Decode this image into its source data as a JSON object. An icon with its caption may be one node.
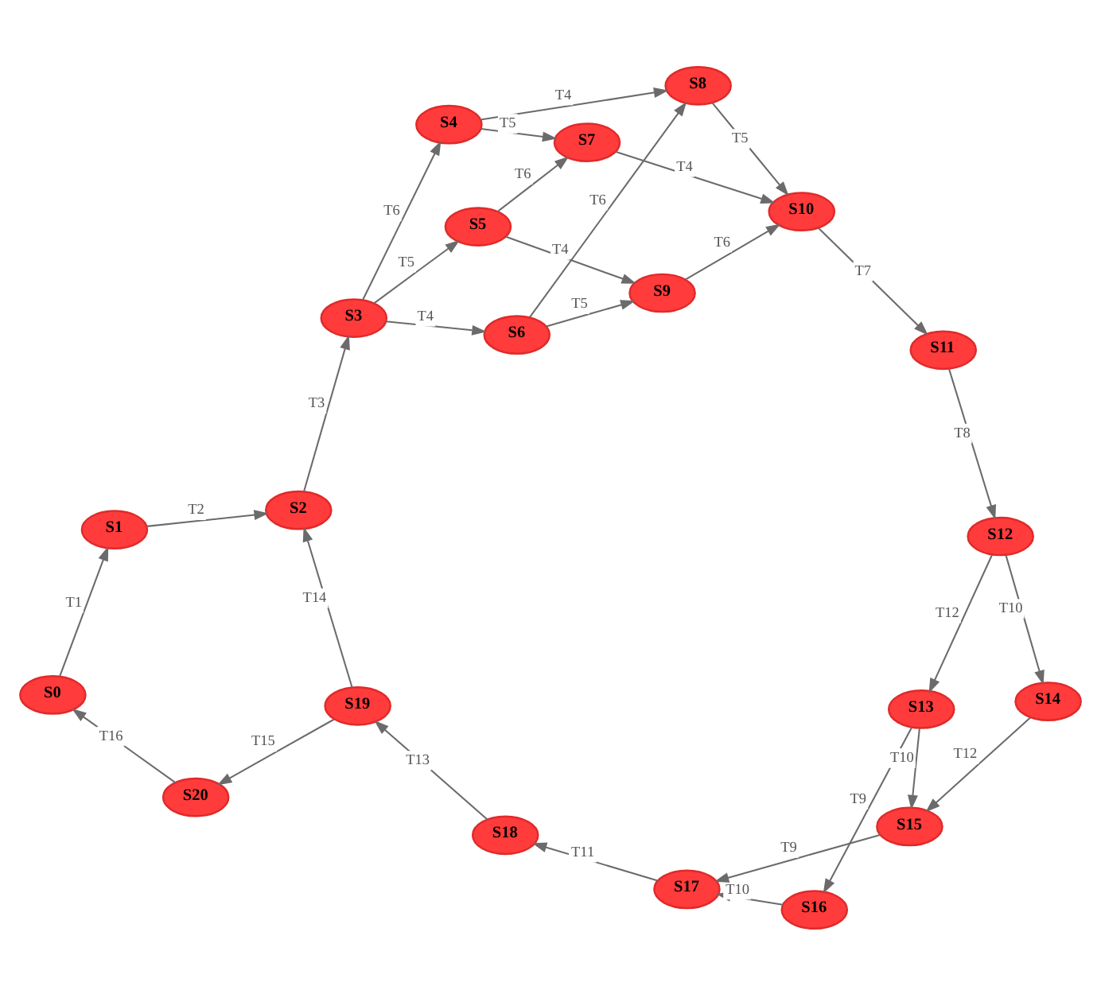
{
  "diagram": {
    "nodes": [
      {
        "text": [
          "S0"
        ]
      },
      {
        "text": [
          "S1"
        ]
      },
      {
        "text": [
          "S2"
        ]
      },
      {
        "text": [
          "S3"
        ]
      },
      {
        "text": [
          "S4"
        ]
      },
      {
        "text": [
          "S5"
        ]
      },
      {
        "text": [
          "S6"
        ]
      },
      {
        "text": [
          "S7"
        ]
      },
      {
        "text": [
          "S8"
        ]
      },
      {
        "text": [
          "S9"
        ]
      },
      {
        "text": [
          "S10"
        ]
      },
      {
        "text": [
          "S11"
        ]
      },
      {
        "text": [
          "S12"
        ]
      },
      {
        "text": [
          "S13"
        ]
      },
      {
        "text": [
          "S14"
        ]
      },
      {
        "text": [
          "S15"
        ]
      },
      {
        "text": [
          "S16"
        ]
      },
      {
        "text": [
          "S17"
        ]
      },
      {
        "text": [
          "S18"
        ]
      },
      {
        "text": [
          "S19"
        ]
      },
      {
        "text": [
          "S20"
        ]
      }
    ],
    "edges": [
      {
        "from": 0,
        "to": 1,
        "arrow": "to",
        "label": "T1"
      },
      {
        "from": 1,
        "to": 2,
        "arrow": "to",
        "label": "T2"
      },
      {
        "from": 2,
        "to": 3,
        "arrow": "to",
        "label": "T3"
      },
      {
        "from": 3,
        "to": 6,
        "arrow": "to",
        "label": "T4"
      },
      {
        "from": 3,
        "to": 4,
        "arrow": "to",
        "label": "T6"
      },
      {
        "from": 3,
        "to": 5,
        "arrow": "to",
        "label": "T5"
      },
      {
        "from": 6,
        "to": 8,
        "arrow": "to",
        "label": "T6"
      },
      {
        "from": 6,
        "to": 9,
        "arrow": "to",
        "label": "T5"
      },
      {
        "from": 4,
        "to": 8,
        "arrow": "to",
        "label": "T4"
      },
      {
        "from": 4,
        "to": 7,
        "arrow": "to",
        "label": "T5"
      },
      {
        "from": 5,
        "to": 9,
        "arrow": "to",
        "label": "T4"
      },
      {
        "from": 5,
        "to": 7,
        "arrow": "to",
        "label": "T6"
      },
      {
        "from": 8,
        "to": 10,
        "arrow": "to",
        "label": "T5"
      },
      {
        "from": 9,
        "to": 10,
        "arrow": "to",
        "label": "T6"
      },
      {
        "from": 7,
        "to": 10,
        "arrow": "to",
        "label": "T4"
      },
      {
        "from": 10,
        "to": 11,
        "arrow": "to",
        "label": "T7"
      },
      {
        "from": 11,
        "to": 12,
        "arrow": "to",
        "label": "T8"
      },
      {
        "from": 12,
        "to": 14,
        "arrow": "to",
        "label": "T10"
      },
      {
        "from": 12,
        "to": 13,
        "arrow": "to",
        "label": "T12"
      },
      {
        "from": 14,
        "to": 15,
        "arrow": "to",
        "label": "T12"
      },
      {
        "from": 13,
        "to": 15,
        "arrow": "to",
        "label": "T10"
      },
      {
        "from": 13,
        "to": 16,
        "arrow": "to",
        "label": "T9"
      },
      {
        "from": 15,
        "to": 17,
        "arrow": "to",
        "label": "T9"
      },
      {
        "from": 16,
        "to": 17,
        "arrow": "to",
        "label": "T10"
      },
      {
        "from": 17,
        "to": 18,
        "arrow": "to",
        "label": "T11"
      },
      {
        "from": 18,
        "to": 19,
        "arrow": "to",
        "label": "T13"
      },
      {
        "from": 19,
        "to": 2,
        "arrow": "to",
        "label": "T14"
      },
      {
        "from": 19,
        "to": 20,
        "arrow": "to",
        "label": "T15"
      },
      {
        "from": 20,
        "to": 0,
        "arrow": "to",
        "label": "T16"
      }
    ]
  }
}
